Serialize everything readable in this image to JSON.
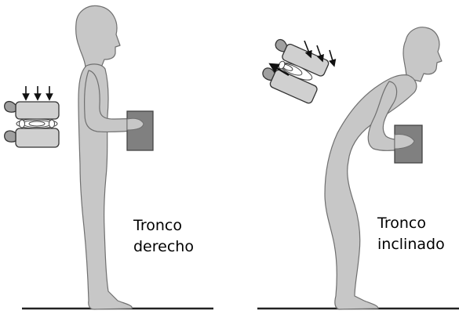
{
  "colors": {
    "figure": "#c7c7c7",
    "figure_outline": "#6f6f6f",
    "load_box": "#808080",
    "ground": "#222222"
  },
  "captions": {
    "upright": [
      "Tronco",
      "derecho"
    ],
    "bent": [
      "Tronco",
      "inclinado"
    ]
  },
  "icons": {
    "compression_arrows": "arrow-down-icon",
    "disc_bulge_arrow": "arrow-up-left-icon"
  }
}
